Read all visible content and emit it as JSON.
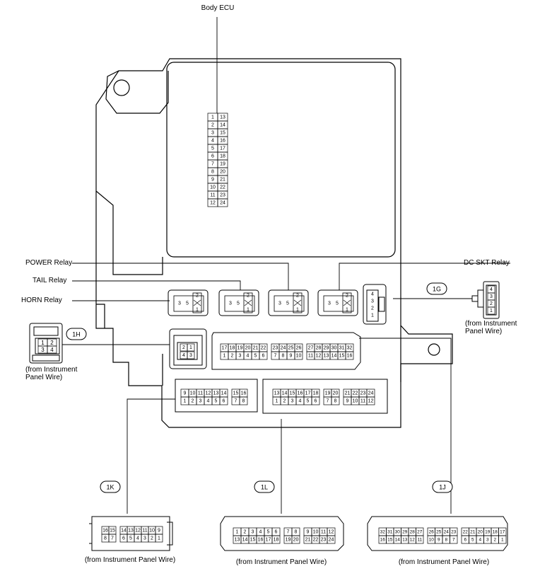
{
  "labels": {
    "body_ecu": "Body ECU",
    "power_relay": "POWER Relay",
    "tail_relay": "TAIL Relay",
    "horn_relay": "HORN Relay",
    "dc_skt_relay": "DC SKT Relay",
    "wire_caption_1g": "(from Instrument Panel Wire)",
    "wire_caption_1h": "(from Instrument Panel Wire)",
    "wire_caption_1k": "(from Instrument Panel Wire)",
    "wire_caption_1l": "(from Instrument Panel Wire)",
    "wire_caption_1j": "(from Instrument Panel Wire)"
  },
  "connector_ids": {
    "c1g": "1G",
    "c1h": "1H",
    "c1k": "1K",
    "c1l": "1L",
    "c1j": "1J"
  },
  "ecu_pins": {
    "left": [
      "1",
      "2",
      "3",
      "4",
      "5",
      "6",
      "7",
      "8",
      "9",
      "10",
      "11",
      "12"
    ],
    "right": [
      "13",
      "14",
      "15",
      "16",
      "17",
      "18",
      "19",
      "20",
      "21",
      "22",
      "23",
      "24"
    ]
  },
  "relay_pins": {
    "a": "2",
    "b": "1",
    "c": "3",
    "d": "5"
  },
  "conn_1g_pins": [
    "4",
    "3",
    "2",
    "1"
  ],
  "conn_1h_pins": {
    "top": [
      "1",
      "2"
    ],
    "bottom": [
      "3",
      "4"
    ]
  },
  "conn_1h_face_pins": {
    "top": [
      "2",
      "1"
    ],
    "bottom": [
      "4",
      "3"
    ]
  },
  "conn_1j_face": {
    "top": [
      "17",
      "18",
      "19",
      "20",
      "21",
      "22",
      "23",
      "24",
      "25",
      "26",
      "27",
      "28",
      "29",
      "30",
      "31",
      "32"
    ],
    "bottom": [
      "1",
      "2",
      "3",
      "4",
      "5",
      "6",
      "7",
      "8",
      "9",
      "10",
      "11",
      "12",
      "13",
      "14",
      "15",
      "16"
    ]
  },
  "conn_1k_face": {
    "top": [
      "9",
      "10",
      "11",
      "12",
      "13",
      "14",
      "15",
      "16"
    ],
    "bottom": [
      "1",
      "2",
      "3",
      "4",
      "5",
      "6",
      "7",
      "8"
    ]
  },
  "conn_1l_face": {
    "top": [
      "13",
      "14",
      "15",
      "16",
      "17",
      "18",
      "19",
      "20",
      "21",
      "22",
      "23",
      "24"
    ],
    "bottom": [
      "1",
      "2",
      "3",
      "4",
      "5",
      "6",
      "7",
      "8",
      "9",
      "10",
      "11",
      "12"
    ]
  },
  "conn_1k_plug": {
    "top": [
      "16",
      "15",
      "14",
      "13",
      "12",
      "11",
      "10",
      "9"
    ],
    "bottom": [
      "8",
      "7",
      "6",
      "5",
      "4",
      "3",
      "2",
      "1"
    ]
  },
  "conn_1l_plug": {
    "top": [
      "1",
      "2",
      "3",
      "4",
      "5",
      "6",
      "7",
      "8",
      "9",
      "10",
      "11",
      "12"
    ],
    "bottom": [
      "13",
      "14",
      "15",
      "16",
      "17",
      "18",
      "19",
      "20",
      "21",
      "22",
      "23",
      "24"
    ]
  },
  "conn_1j_plug": {
    "top": [
      "32",
      "31",
      "30",
      "29",
      "28",
      "27",
      "26",
      "25",
      "24",
      "23",
      "22",
      "21",
      "20",
      "19",
      "18",
      "17"
    ],
    "bottom": [
      "16",
      "15",
      "14",
      "13",
      "12",
      "11",
      "10",
      "9",
      "8",
      "7",
      "6",
      "5",
      "4",
      "3",
      "2",
      "1"
    ]
  }
}
